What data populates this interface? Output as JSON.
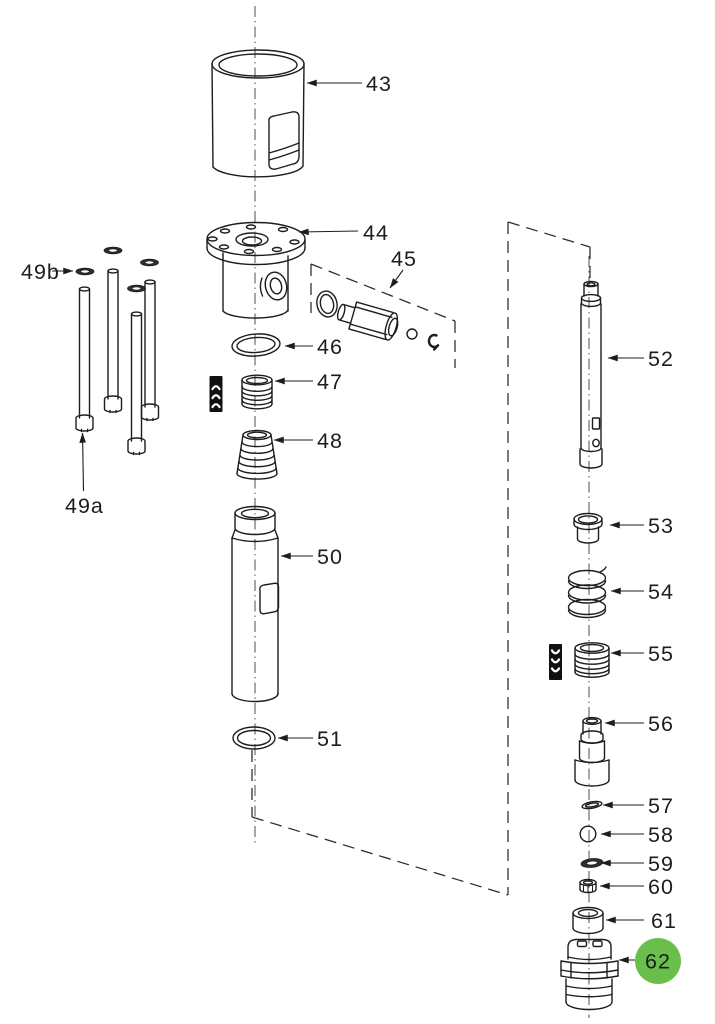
{
  "diagram": {
    "kind": "exploded-parts-view",
    "background_color": "#ffffff",
    "line_color": "#1d1d1b",
    "highlight_color": "#6abf4c",
    "highlighted_callout": "62",
    "callouts": {
      "c43": "43",
      "c44": "44",
      "c45": "45",
      "c46": "46",
      "c47": "47",
      "c48": "48",
      "c49a": "49a",
      "c49b": "49b",
      "c50": "50",
      "c51": "51",
      "c52": "52",
      "c53": "53",
      "c54": "54",
      "c55": "55",
      "c56": "56",
      "c57": "57",
      "c58": "58",
      "c59": "59",
      "c60": "60",
      "c61": "61",
      "c62": "62"
    },
    "icons": {
      "marker_47": "spring-chevrons-up-icon",
      "marker_55": "spring-chevrons-down-icon"
    }
  }
}
